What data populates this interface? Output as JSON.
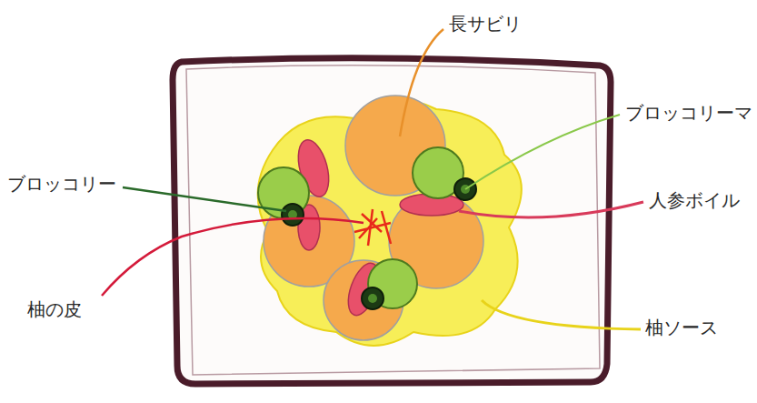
{
  "diagram": {
    "labels": [
      "長サビリ",
      "ブロッコリーマ",
      "人参ボイル",
      "ブロッコリー",
      "柚の皮",
      "柚ソース"
    ]
  }
}
